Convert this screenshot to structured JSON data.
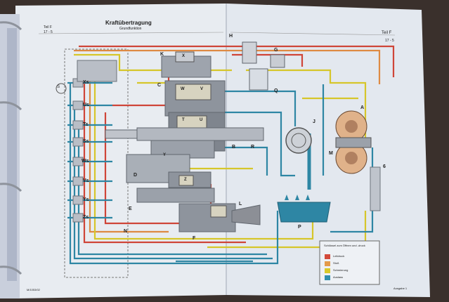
{
  "header": {
    "section_left": "Teil F",
    "page_left": "17 - 5",
    "title": "Kraftübertragung",
    "subtitle": "Grundfunktion",
    "section_right": "Teil F",
    "page_right": "17 - 5"
  },
  "footer": {
    "code_left": "M/1053/02",
    "edition_right": "Ausgabe 1"
  },
  "diagram": {
    "components_left": [
      "S",
      "Xs",
      "Us",
      "Ts",
      "Ss",
      "Ws",
      "Vs",
      "Ys",
      "Zs"
    ],
    "components_center": [
      "K",
      "X",
      "C",
      "W",
      "V",
      "T",
      "U",
      "Y",
      "D",
      "Z",
      "E",
      "F",
      "L",
      "N",
      "B",
      "R",
      "H",
      "Q",
      "G",
      "J",
      "P",
      "A",
      "M",
      "6"
    ]
  },
  "legend": {
    "title": "Schlüssel zum Öffnen und -druck",
    "items": [
      {
        "label": "Leitdruck",
        "color": "#d34a3a"
      },
      {
        "label": "Stoß",
        "color": "#e39a4a"
      },
      {
        "label": "Schmierung",
        "color": "#d8c92a"
      },
      {
        "label": "Auslass",
        "color": "#2f8fae"
      }
    ]
  },
  "colors": {
    "red": "#cf4538",
    "orange": "#de8a43",
    "yellow": "#d6c62a",
    "blue": "#2e86a4",
    "paper": "#e9edf3"
  }
}
